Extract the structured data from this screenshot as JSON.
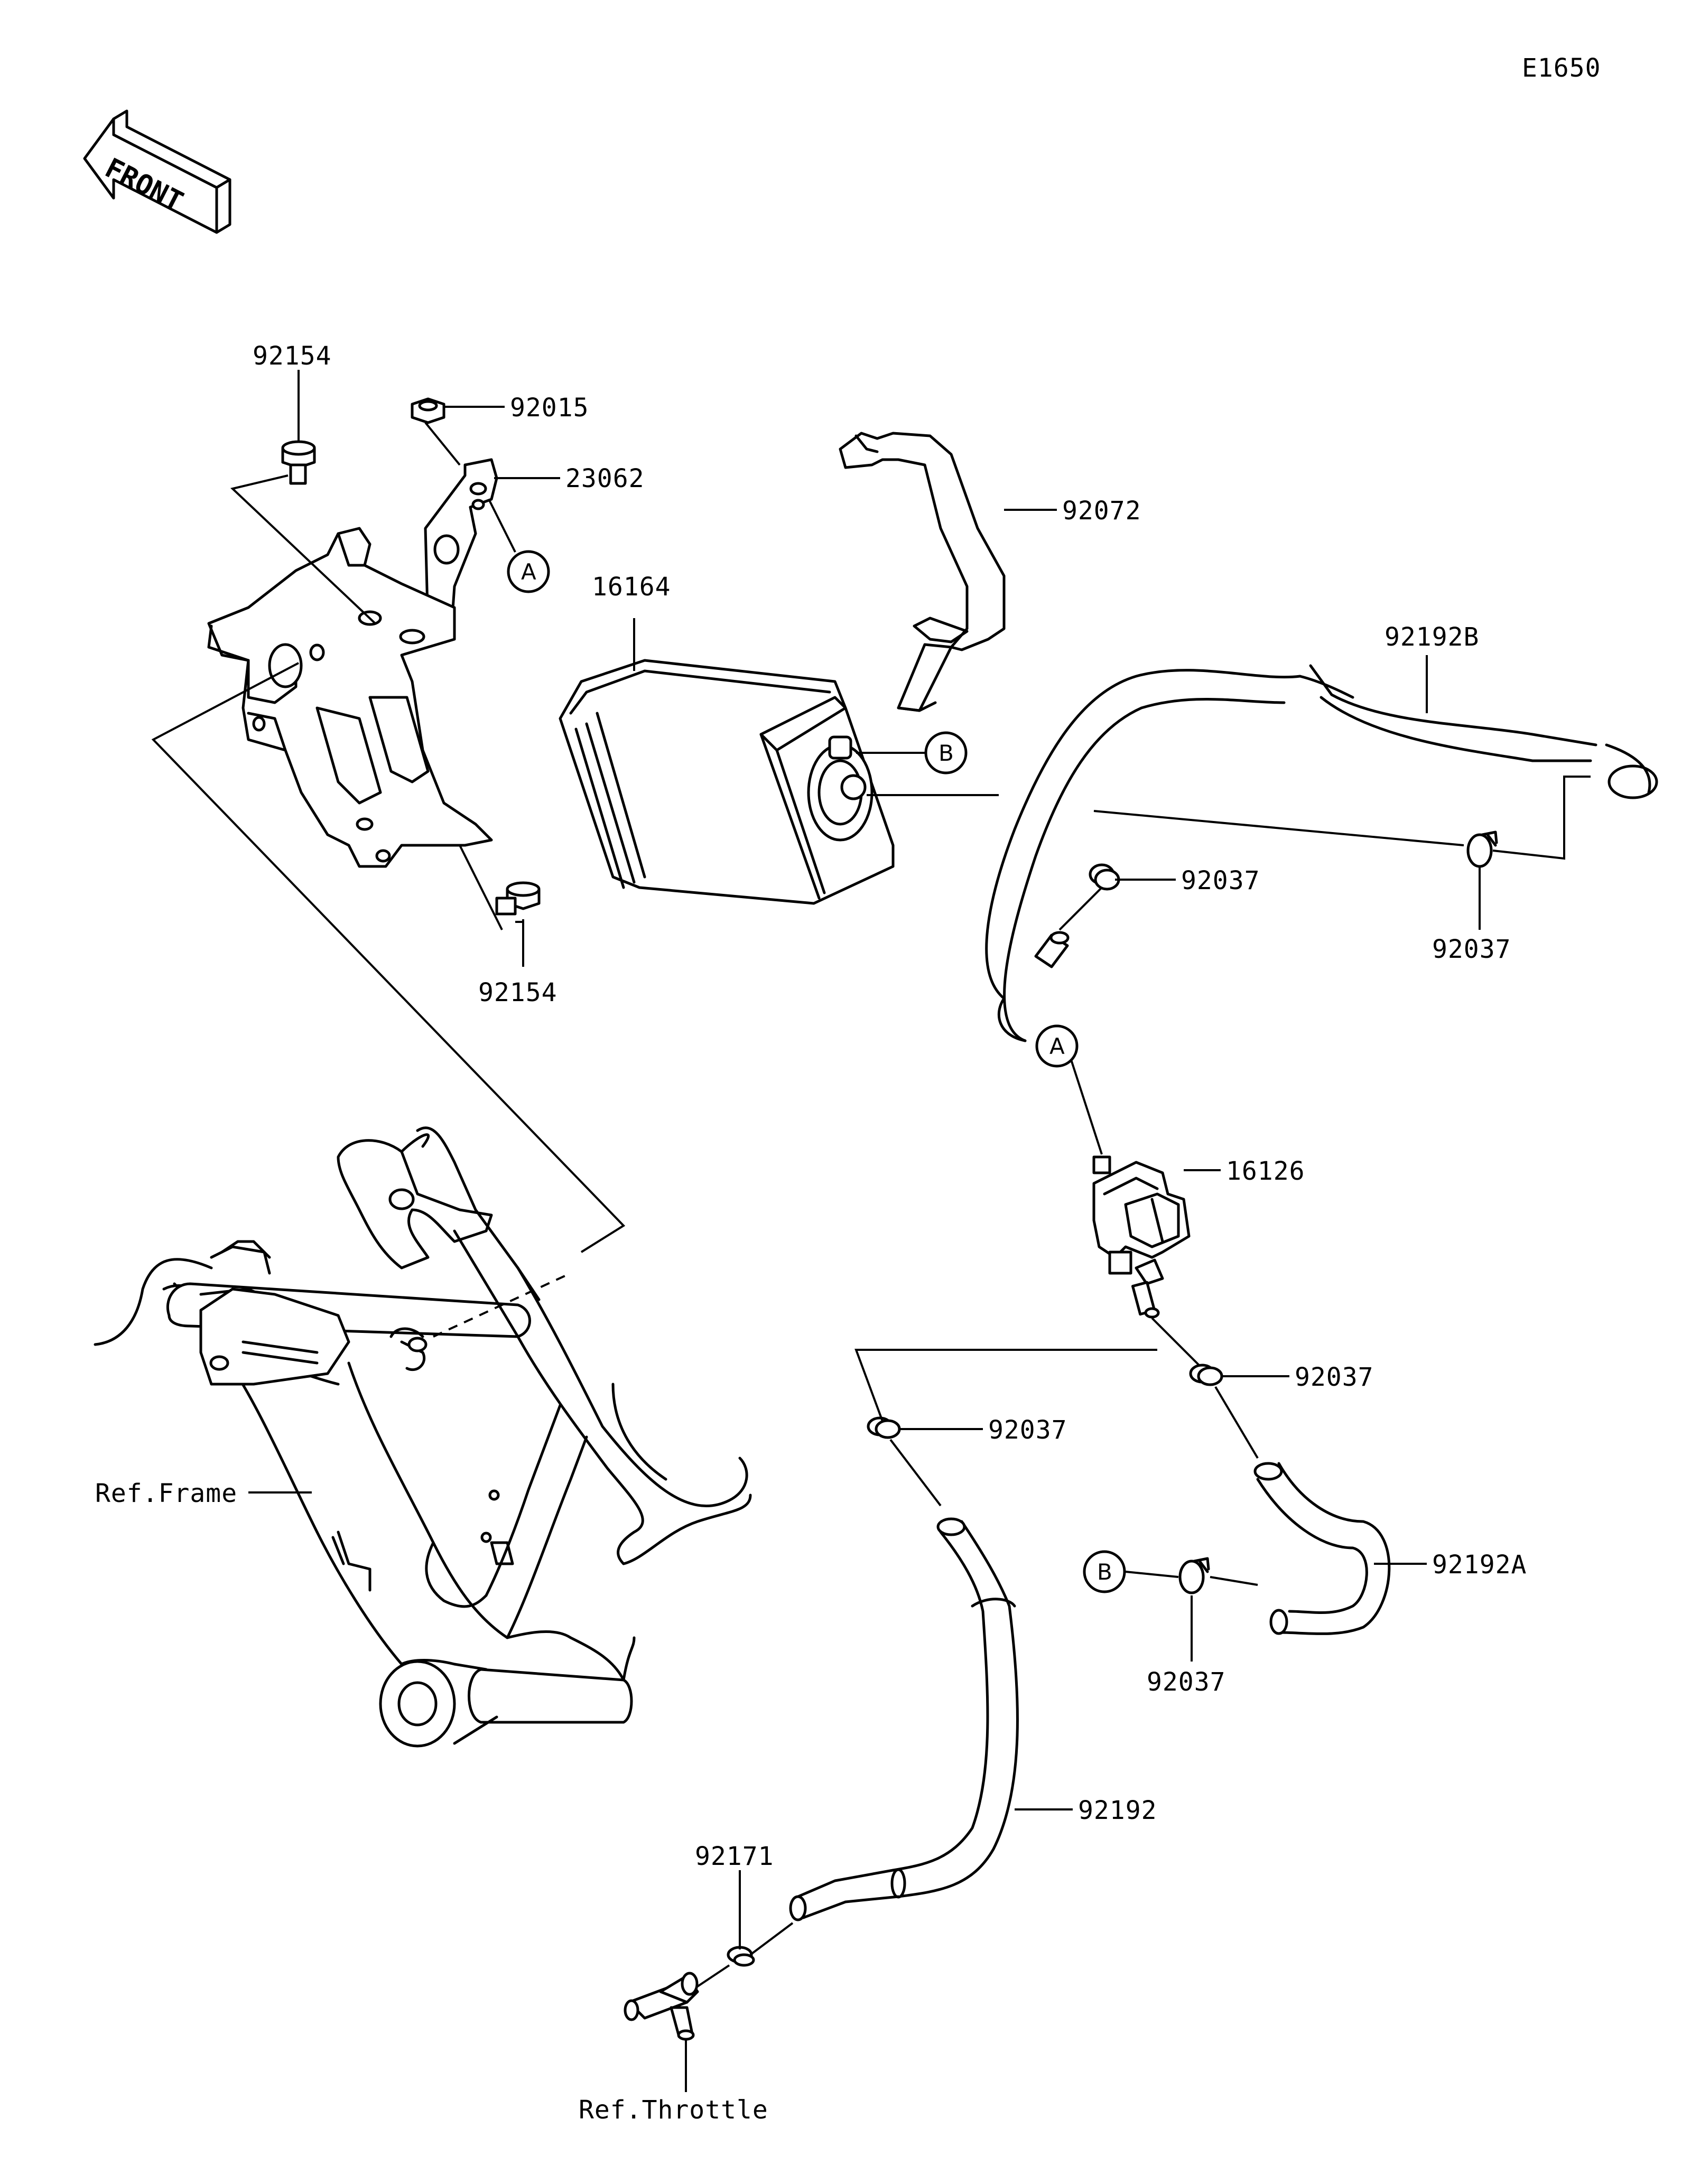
{
  "diagram_code": "E1650",
  "front_label": "FRONT",
  "callouts": {
    "bolt_top": "92154",
    "nut": "92015",
    "bracket": "23062",
    "band": "92072",
    "canister": "16164",
    "hose_b": "92192B",
    "clamp_mid": "92037",
    "clamp_right": "92037",
    "bolt_bottom": "92154",
    "valve": "16126",
    "clamp_valve": "92037",
    "clamp_left": "92037",
    "hose_a": "92192A",
    "clamp_b": "92037",
    "hose": "92192",
    "clip": "92171"
  },
  "refs": {
    "frame": "Ref.Frame",
    "throttle": "Ref.Throttle"
  },
  "markers": {
    "a": "A",
    "b": "B"
  }
}
